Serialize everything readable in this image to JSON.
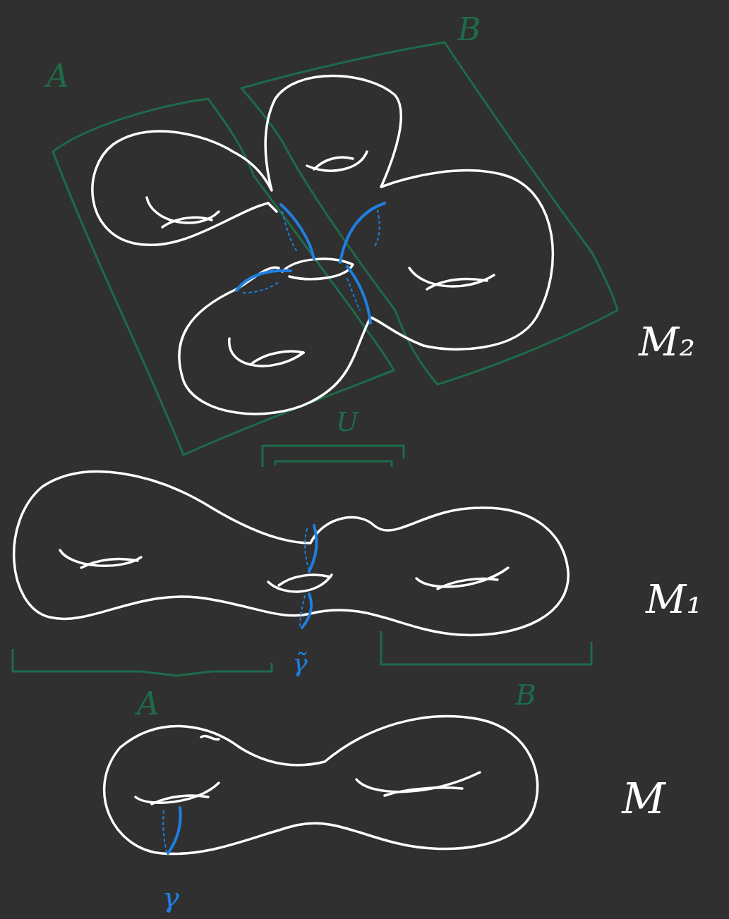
{
  "diagram": {
    "labels": [
      "A",
      "B",
      "M₂",
      "U",
      "M₁",
      "A",
      "B",
      "γ̃",
      "M",
      "γ"
    ]
  }
}
